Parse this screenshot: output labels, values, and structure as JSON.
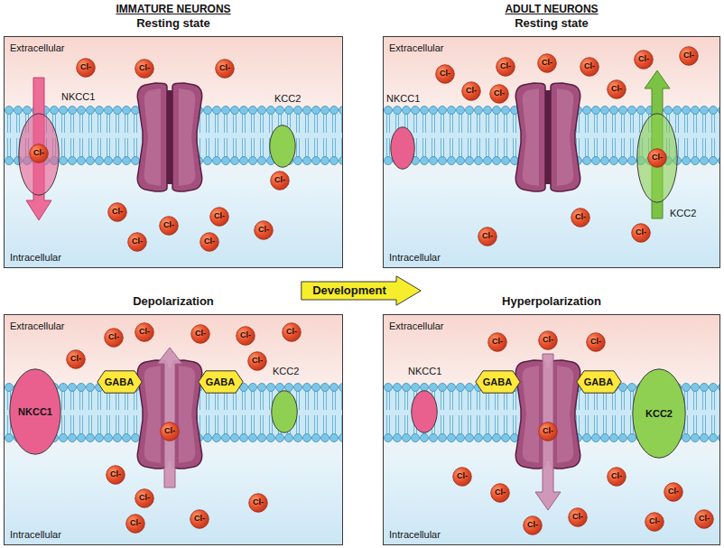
{
  "diagram": {
    "nodes": [
      {
        "text": [
          "Resting state",
          "Extracellular",
          "Intracellular"
        ]
      },
      {
        "text": [
          "NKCC1"
        ],
        "in": 0
      },
      {
        "text": [
          "Cl-"
        ],
        "in": 1
      },
      {
        "text": [
          "Cl-"
        ],
        "in": 0
      },
      {
        "text": [
          "Cl-"
        ],
        "in": 0
      },
      {
        "text": [
          "Cl-"
        ],
        "in": 0
      },
      {
        "text": [
          "KCC2"
        ],
        "in": 0
      },
      {
        "text": [
          "Cl-"
        ],
        "in": 0
      },
      {
        "text": [
          "Cl-"
        ],
        "in": 0
      },
      {
        "text": [
          "Cl-"
        ],
        "in": 0
      },
      {
        "text": [
          "Cl-"
        ],
        "in": 0
      },
      {
        "text": [
          "Cl-"
        ],
        "in": 0
      },
      {
        "text": [
          "Cl-"
        ],
        "in": 0
      },
      {
        "text": [
          "Cl-"
        ],
        "in": 0
      },
      {
        "text": [
          "Resting state",
          "Extracellular",
          "Intracellular"
        ]
      },
      {
        "text": [
          "NKCC1"
        ],
        "in": 14
      },
      {
        "text": [
          "Cl-"
        ],
        "in": 14
      },
      {
        "text": [
          "Cl-"
        ],
        "in": 14
      },
      {
        "text": [
          "Cl-"
        ],
        "in": 14
      },
      {
        "text": [
          "Cl-"
        ],
        "in": 14
      },
      {
        "text": [
          "Cl-"
        ],
        "in": 14
      },
      {
        "text": [
          "Cl-"
        ],
        "in": 14
      },
      {
        "text": [
          "Cl-"
        ],
        "in": 14
      },
      {
        "text": [
          "Cl-"
        ],
        "in": 14
      },
      {
        "text": [
          "Cl-"
        ],
        "in": 14
      },
      {
        "text": [
          "KCC2"
        ],
        "in": 14
      },
      {
        "text": [
          "Cl-"
        ],
        "in": 25
      },
      {
        "text": [
          "Cl-"
        ],
        "in": 14
      },
      {
        "text": [
          "Cl-"
        ],
        "in": 14
      },
      {
        "text": [
          "Cl-"
        ],
        "in": 14
      },
      {
        "text": [
          "Development"
        ]
      },
      {
        "text": [
          "Depolarization",
          "Extracellular",
          "Intracellular"
        ]
      },
      {
        "text": [
          "NKCC1"
        ],
        "in": 31
      },
      {
        "text": [
          "Cl-"
        ],
        "in": 31
      },
      {
        "text": [
          "Cl-"
        ],
        "in": 31
      },
      {
        "text": [
          "Cl-"
        ],
        "in": 31
      },
      {
        "text": [
          "GABA"
        ],
        "in": 31
      },
      {
        "text": [
          "GABA"
        ],
        "in": 31
      },
      {
        "text": [
          "Cl-"
        ],
        "in": 31
      },
      {
        "text": [
          "Cl-"
        ],
        "in": 31
      },
      {
        "text": [
          "Cl-"
        ],
        "in": 31
      },
      {
        "text": [
          "Cl-"
        ],
        "in": 31
      },
      {
        "text": [
          "KCC2"
        ],
        "in": 31
      },
      {
        "text": [
          "Cl-"
        ],
        "in": 31
      },
      {
        "text": [
          "Cl-"
        ],
        "in": 31
      },
      {
        "text": [
          "Cl-"
        ],
        "in": 31
      },
      {
        "text": [
          "Cl-"
        ],
        "in": 31
      },
      {
        "text": [
          "Cl-"
        ],
        "in": 31
      },
      {
        "text": [
          "Cl-"
        ],
        "in": 31
      },
      {
        "text": [
          "Hyperpolarization",
          "Extracellular",
          "Intracellular"
        ]
      },
      {
        "text": [
          "NKCC1"
        ],
        "in": 49
      },
      {
        "text": [
          "Cl-"
        ],
        "in": 49
      },
      {
        "text": [
          "Cl-"
        ],
        "in": 49
      },
      {
        "text": [
          "Cl-"
        ],
        "in": 49
      },
      {
        "text": [
          "GABA"
        ],
        "in": 49
      },
      {
        "text": [
          "GABA"
        ],
        "in": 49
      },
      {
        "text": [
          "Cl-"
        ],
        "in": 49
      },
      {
        "text": [
          "KCC2"
        ],
        "in": 49
      },
      {
        "text": [
          "Cl-"
        ],
        "in": 49
      },
      {
        "text": [
          "Cl-"
        ],
        "in": 49
      },
      {
        "text": [
          "Cl-"
        ],
        "in": 49
      },
      {
        "text": [
          "Cl-"
        ],
        "in": 49
      },
      {
        "text": [
          "Cl-"
        ],
        "in": 49
      },
      {
        "text": [
          "Cl-"
        ],
        "in": 49
      },
      {
        "text": [
          "Cl-"
        ],
        "in": 49
      },
      {
        "text": [
          "Cl-"
        ],
        "in": 49
      }
    ],
    "labels": [
      "IMMATURE NEURONS",
      "ADULT NEURONS"
    ]
  }
}
